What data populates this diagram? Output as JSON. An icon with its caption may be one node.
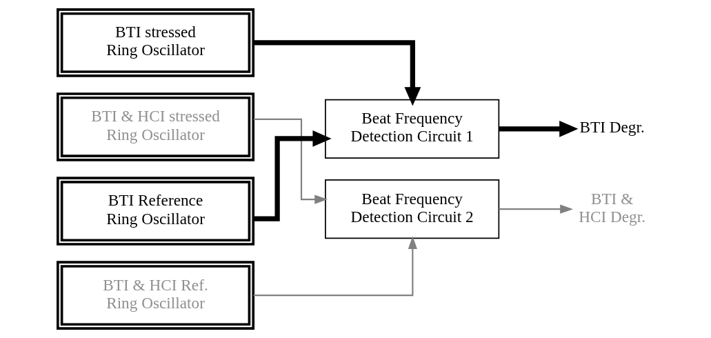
{
  "diagram": {
    "nodes": [
      {
        "text": [
          "BTI stressed Ring Oscillator"
        ]
      },
      {
        "text": [
          "BTI & HCI stressed Ring Oscillator"
        ]
      },
      {
        "text": [
          "BTI Reference Ring Oscillator"
        ]
      },
      {
        "text": [
          "BTI & HCI Ref. Ring Oscillator"
        ]
      },
      {
        "text": [
          "Beat Frequency Detection Circuit 1"
        ]
      },
      {
        "text": [
          "Beat Frequency Detection Circuit 2"
        ]
      },
      {
        "text": [
          "BTI Degr."
        ]
      },
      {
        "text": [
          "BTI & HCI Degr."
        ]
      }
    ],
    "edges": [
      {
        "from": 0,
        "to": 4,
        "arrow": "to",
        "style": "thick"
      },
      {
        "from": 1,
        "to": 5,
        "arrow": "to",
        "color": "#808080"
      },
      {
        "from": 2,
        "to": 4,
        "arrow": "to",
        "style": "thick"
      },
      {
        "from": 3,
        "to": 5,
        "arrow": "to",
        "color": "#808080"
      },
      {
        "from": 4,
        "to": 6,
        "arrow": "to",
        "style": "thick"
      },
      {
        "from": 5,
        "to": 7,
        "arrow": "to",
        "color": "#808080"
      }
    ]
  }
}
